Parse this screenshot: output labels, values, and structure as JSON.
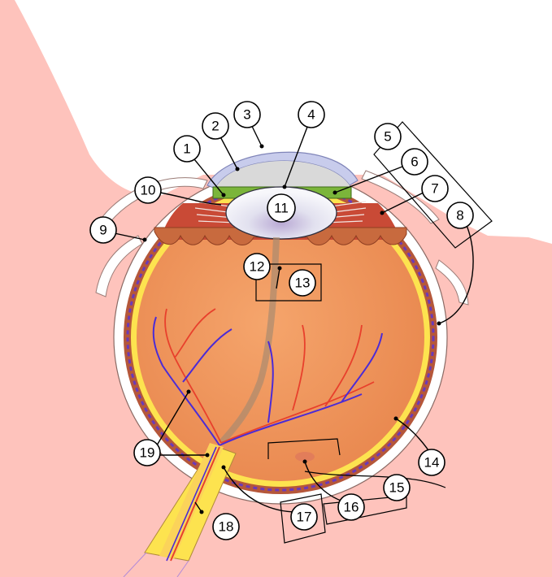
{
  "diagram": {
    "labels": [
      "1",
      "2",
      "3",
      "4",
      "5",
      "6",
      "7",
      "8",
      "9",
      "10",
      "11",
      "12",
      "13",
      "14",
      "15",
      "16",
      "17",
      "18",
      "19"
    ],
    "colors": {
      "skin": "#fec3bc",
      "sclera": "#ffffff",
      "vitreous": "#f29a62",
      "choroid": "#b5573a",
      "retina": "#fde34f",
      "cornea": "#c8ccec",
      "aqueous": "#d9d9d9",
      "iris": "#7bb53a",
      "lens": "#dfe0ee",
      "ciliary": "#c94a36",
      "artery": "#e8402c",
      "vein": "#4b2bd6",
      "optic_nerve": "#fde34f"
    }
  }
}
